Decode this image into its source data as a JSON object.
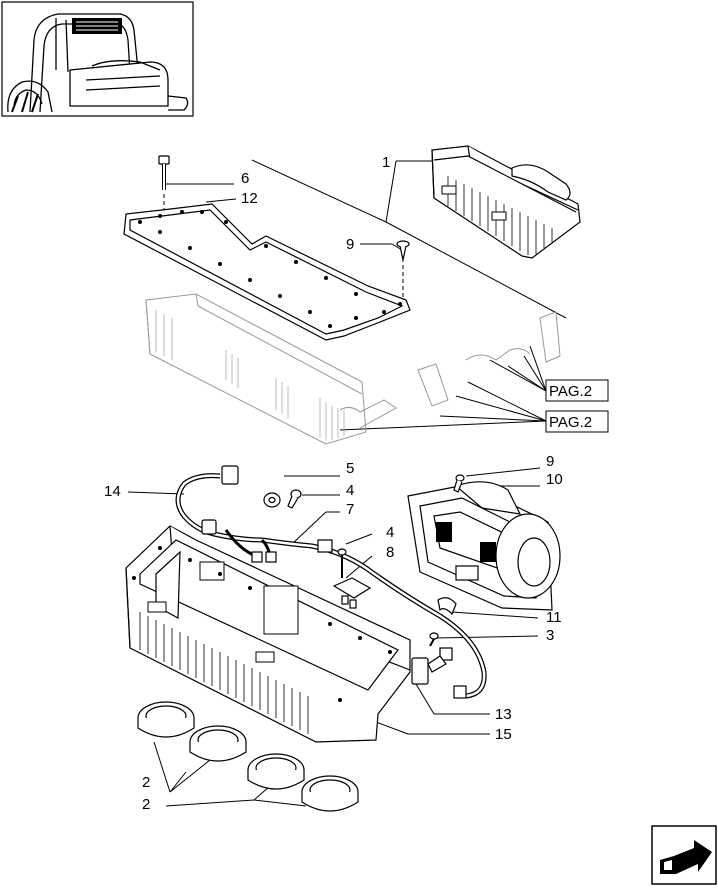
{
  "diagram": {
    "callouts": {
      "c1": "1",
      "c6": "6",
      "c12": "12",
      "c9a": "9",
      "c5": "5",
      "c4a": "4",
      "c7": "7",
      "c14": "14",
      "c4b": "4",
      "c8": "8",
      "c9b": "9",
      "c10": "10",
      "c11": "11",
      "c3": "3",
      "c13": "13",
      "c15": "15",
      "c2a": "2",
      "c2b": "2"
    },
    "page_refs": {
      "ref1": "PAG.2",
      "ref2": "PAG.2"
    }
  }
}
